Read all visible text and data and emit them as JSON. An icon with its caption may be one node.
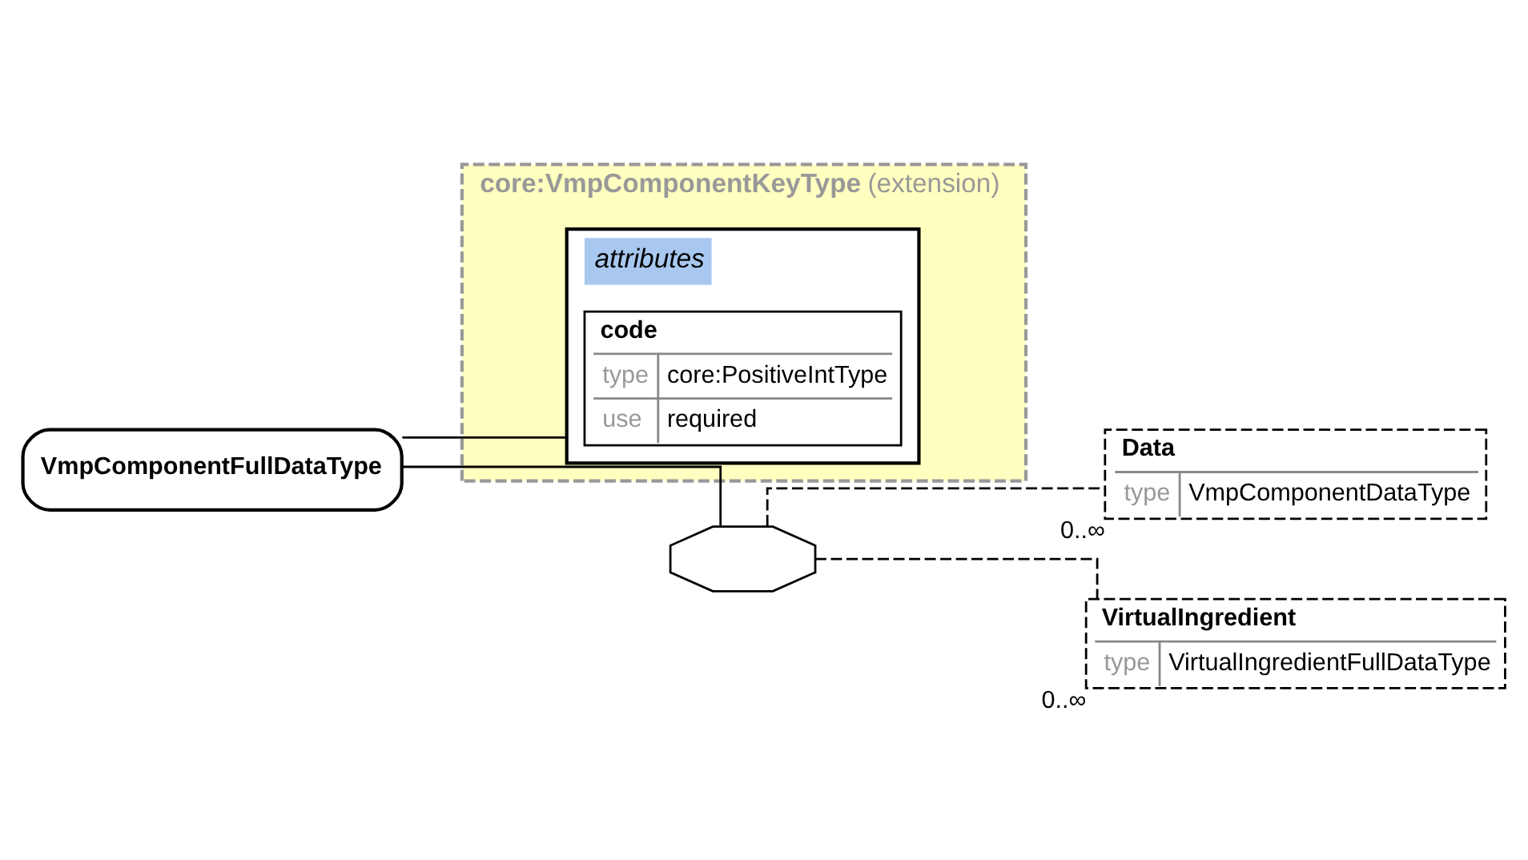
{
  "diagram": {
    "nodes": [
      {
        "text": [
          "VmpComponentFullDataType"
        ]
      },
      {
        "text": [
          "core:VmpComponentKeyType",
          "(extension)"
        ]
      },
      {
        "text": [
          "attributes"
        ],
        "in": 1
      },
      {
        "text": [
          "code",
          "type",
          "core:PositiveIntType",
          "use",
          "required"
        ],
        "in": 2
      },
      {
        "text": [],
        "shape": "octagon"
      },
      {
        "text": [
          "Data",
          "type",
          "VmpComponentDataType"
        ],
        "beside": [
          "0..∞"
        ]
      },
      {
        "text": [
          "VirtualIngredient",
          "type",
          "VirtualIngredientFullDataType"
        ],
        "beside": [
          "0..∞"
        ]
      }
    ],
    "edges": [
      {
        "from": 0,
        "to": 2,
        "arrow": "none"
      },
      {
        "from": 0,
        "to": 4,
        "arrow": "none"
      },
      {
        "from": 4,
        "to": 5,
        "arrow": "none",
        "style": "dashed"
      },
      {
        "from": 4,
        "to": 6,
        "arrow": "none",
        "style": "dashed"
      }
    ]
  }
}
